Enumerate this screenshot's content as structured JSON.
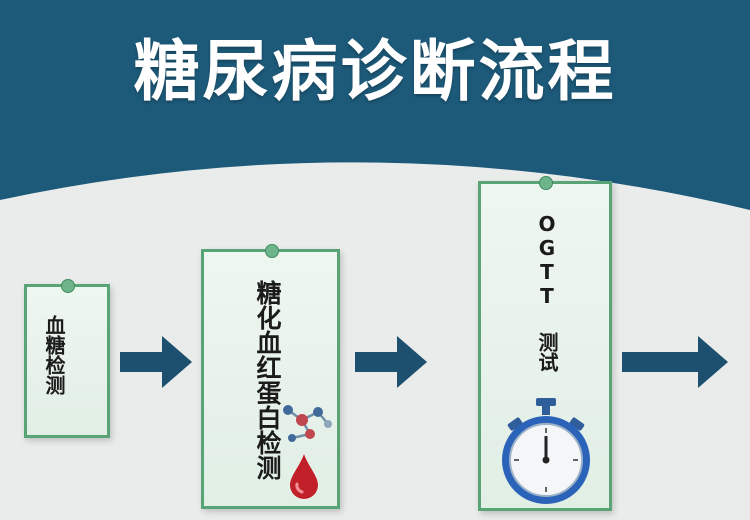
{
  "title": "糖尿病诊断流程",
  "colors": {
    "header": "#1d5a7a",
    "arrow": "#1d4f6e",
    "box_border": "#58a476",
    "background": "#e9ecea"
  },
  "steps": [
    {
      "label": "血糖检测",
      "icon": "none"
    },
    {
      "label": "糖化血红蛋白检测",
      "icon": "molecule-and-blood-drop-icon"
    },
    {
      "label": "OGTT 测试",
      "icon": "stopwatch-icon"
    }
  ],
  "connectors": [
    "arrow-right",
    "arrow-right",
    "arrow-right"
  ]
}
